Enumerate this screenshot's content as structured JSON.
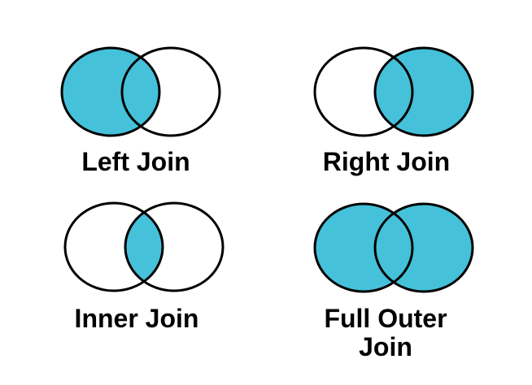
{
  "colors": {
    "fill": "#45c1da",
    "stroke": "#000000",
    "text": "#000000",
    "background": "#ffffff"
  },
  "diagrams": [
    {
      "id": "left-join",
      "label": "Left Join",
      "shaded": "left"
    },
    {
      "id": "right-join",
      "label": "Right Join",
      "shaded": "right"
    },
    {
      "id": "inner-join",
      "label": "Inner Join",
      "shaded": "intersection"
    },
    {
      "id": "full-outer-join",
      "label": "Full Outer Join",
      "shaded": "both"
    }
  ]
}
